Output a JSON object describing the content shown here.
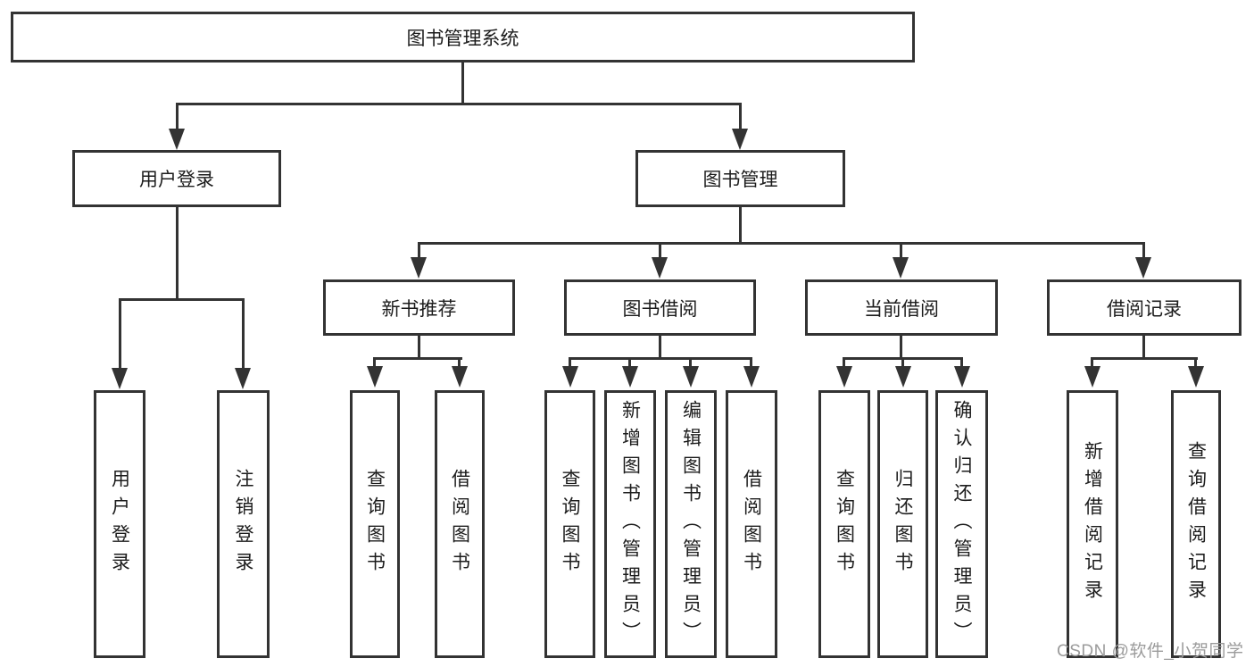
{
  "diagram": {
    "type": "hierarchy-tree",
    "title": "图书管理系统"
  },
  "colors": {
    "line": "#333333",
    "text": "#1c1c1c",
    "background": "#ffffff",
    "watermark": "#9b9b9b"
  },
  "nodes": {
    "root": {
      "label": "图书管理系统"
    },
    "user_login": {
      "label": "用户登录"
    },
    "book_mgmt": {
      "label": "图书管理"
    },
    "new_book_rec": {
      "label": "新书推荐"
    },
    "book_borrow": {
      "label": "图书借阅"
    },
    "current_borrow": {
      "label": "当前借阅"
    },
    "borrow_records": {
      "label": "借阅记录"
    },
    "user_login_leaf": {
      "label": "用户登录"
    },
    "logout_leaf": {
      "label": "注销登录"
    },
    "query_book_a": {
      "label": "查询图书"
    },
    "borrow_book_a": {
      "label": "借阅图书"
    },
    "query_book_b": {
      "label": "查询图书"
    },
    "add_book": {
      "label": "新增图书（管理员）"
    },
    "edit_book": {
      "label": "编辑图书（管理员）"
    },
    "borrow_book_b": {
      "label": "借阅图书"
    },
    "query_book_c": {
      "label": "查询图书"
    },
    "return_book": {
      "label": "归还图书"
    },
    "confirm_return": {
      "label": "确认归还（管理员）"
    },
    "add_borrow_record": {
      "label": "新增借阅记录"
    },
    "query_borrow_record": {
      "label": "查询借阅记录"
    }
  },
  "edges": [
    {
      "from": "root",
      "to": [
        "user_login",
        "book_mgmt"
      ]
    },
    {
      "from": "user_login",
      "to": [
        "user_login_leaf",
        "logout_leaf"
      ]
    },
    {
      "from": "book_mgmt",
      "to": [
        "new_book_rec",
        "book_borrow",
        "current_borrow",
        "borrow_records"
      ]
    },
    {
      "from": "new_book_rec",
      "to": [
        "query_book_a",
        "borrow_book_a"
      ]
    },
    {
      "from": "book_borrow",
      "to": [
        "query_book_b",
        "add_book",
        "edit_book",
        "borrow_book_b"
      ]
    },
    {
      "from": "current_borrow",
      "to": [
        "query_book_c",
        "return_book",
        "confirm_return"
      ]
    },
    {
      "from": "borrow_records",
      "to": [
        "add_borrow_record",
        "query_borrow_record"
      ]
    }
  ],
  "watermark": {
    "text": "CSDN @软件_小贺同学"
  }
}
